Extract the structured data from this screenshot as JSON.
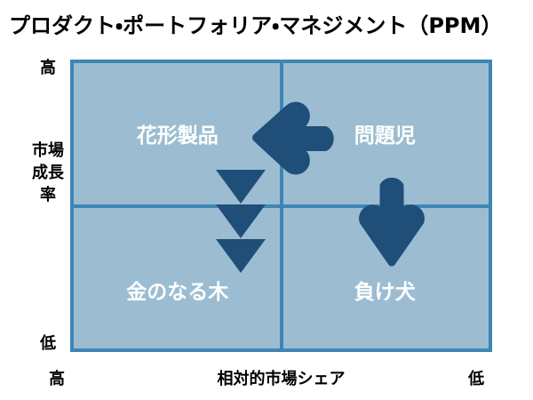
{
  "chart_data": {
    "type": "matrix",
    "title": "プロダクト・ポートフォリア・マネジメント（PPM）",
    "xlabel": "相対的市場シェア",
    "ylabel": "市場成長率",
    "x_axis": {
      "label": "相対的市場シェア",
      "left_tick": "高",
      "right_tick": "低",
      "direction": "high-to-low"
    },
    "y_axis": {
      "label": "市場成長率",
      "top_tick": "高",
      "bottom_tick": "低",
      "direction": "high-to-low"
    },
    "grid": true,
    "legend": "none",
    "quadrants": [
      {
        "id": "top-left",
        "label": "花形製品",
        "market_share": "高",
        "market_growth": "高"
      },
      {
        "id": "top-right",
        "label": "問題児",
        "market_share": "低",
        "market_growth": "高"
      },
      {
        "id": "bottom-left",
        "label": "金のなる木",
        "market_share": "高",
        "market_growth": "低"
      },
      {
        "id": "bottom-right",
        "label": "負け犬",
        "market_share": "低",
        "market_growth": "低"
      }
    ],
    "annotations": [
      {
        "id": "triangles-down-left",
        "shape": "triple-down-triangle",
        "direction": "down",
        "from": "花形製品",
        "to": "金のなる木"
      },
      {
        "id": "arrow-left-top",
        "shape": "block-arrow",
        "direction": "left",
        "from": "問題児",
        "to": "花形製品"
      },
      {
        "id": "arrow-down-right",
        "shape": "block-arrow",
        "direction": "down",
        "from": "問題児",
        "to": "負け犬"
      }
    ],
    "colors": {
      "plot_fill": "#9cbdd1",
      "plot_border": "#3d86b5",
      "divider": "#3d86b5",
      "arrow": "#1f4e79",
      "quadrant_label": "#ffffff",
      "axis_text": "#000000",
      "title_text": "#000000",
      "background": "#ffffff"
    }
  },
  "title": {
    "text": "プロダクト・ポートフォリア・マネジメント（PPM）"
  },
  "quadrants": {
    "top_left": "花形製品",
    "top_right": "問題児",
    "bottom_left": "金のなる木",
    "bottom_right": "負け犬"
  },
  "y_axis": {
    "high": "高",
    "low": "低",
    "title": "市場成長率"
  },
  "x_axis": {
    "high": "高",
    "low": "低",
    "title": "相対的市場シェア"
  }
}
